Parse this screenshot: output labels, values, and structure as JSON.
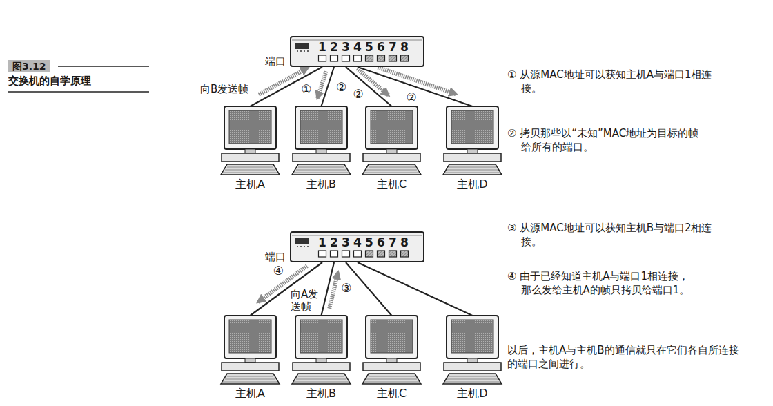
{
  "diagram": {
    "nodes": [
      {
        "text": [
          "端口",
          "1",
          "2",
          "3",
          "4",
          "5",
          "6",
          "7",
          "8"
        ]
      },
      {
        "text": [
          "主机A"
        ]
      },
      {
        "text": [
          "主机B"
        ]
      },
      {
        "text": [
          "主机C"
        ]
      },
      {
        "text": [
          "主机D"
        ]
      },
      {
        "text": [
          "端口",
          "1",
          "2",
          "3",
          "4",
          "5",
          "6",
          "7",
          "8"
        ]
      },
      {
        "text": [
          "主机A"
        ]
      },
      {
        "text": [
          "主机B"
        ]
      },
      {
        "text": [
          "主机C"
        ]
      },
      {
        "text": [
          "主机D"
        ]
      }
    ],
    "edges": [
      {
        "from": 1,
        "to": 0,
        "arrow": "to",
        "label": "①"
      },
      {
        "from": 0,
        "to": 2,
        "arrow": "to",
        "label": "②"
      },
      {
        "from": 0,
        "to": 3,
        "arrow": "to",
        "label": "②"
      },
      {
        "from": 0,
        "to": 4,
        "arrow": "to",
        "label": "②"
      },
      {
        "from": 5,
        "to": 6,
        "arrow": "to",
        "label": "④"
      },
      {
        "from": 7,
        "to": 5,
        "arrow": "to",
        "label": "③"
      },
      {
        "from": 8,
        "to": 5,
        "arrow": "none"
      },
      {
        "from": 9,
        "to": 5,
        "arrow": "none"
      }
    ],
    "labels": [
      "图3.12",
      "交换机的自学原理",
      "向B发送帧",
      "向A发 送帧",
      "① 从源MAC地址可以获知主机A与端口1相连接。",
      "② 拷贝那些以“未知”MAC地址为目标的帧给所有的端口。",
      "③ 从源MAC地址可以获知主机B与端口2相连接。",
      "④ 由于已经知道主机A与端口1相连接，那么发给主机A的帧只拷贝给端口1。",
      "以后，主机A与主机B的通信就只在它们各自所连接的端口之间进行。"
    ]
  }
}
